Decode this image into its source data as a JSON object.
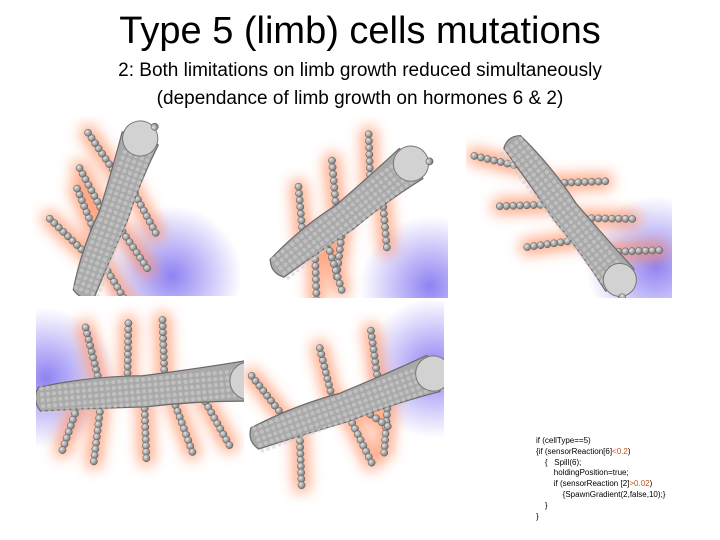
{
  "slide": {
    "title": "Type 5 (limb) cells mutations",
    "subtitle_line1": "2: Both limitations on limb growth reduced simultaneously",
    "subtitle_line2": "(dependance of limb growth on hormones 6 & 2)"
  },
  "colors": {
    "body_fill": "#a9a9a9",
    "body_dots": "#d2d2d2",
    "limb_bead": "#9a9a9a",
    "glow_orange": "#ff8a5c",
    "glow_blue": "#7b6cf0"
  },
  "code": {
    "line1": "if (cellType==5)",
    "line2_pre": "{if (sensorReaction[6]",
    "line2_hl": "<0.2",
    "line2_post": ")",
    "line3": "    {   Spill(6);",
    "line4": "        holdingPosition=true;",
    "line5_pre": "        if (sensorReaction [2]",
    "line5_hl": ">0.02",
    "line5_post": ")",
    "line6": "            {SpawnGradient(2,false,10);}",
    "line7": "    }",
    "line8": "}"
  }
}
